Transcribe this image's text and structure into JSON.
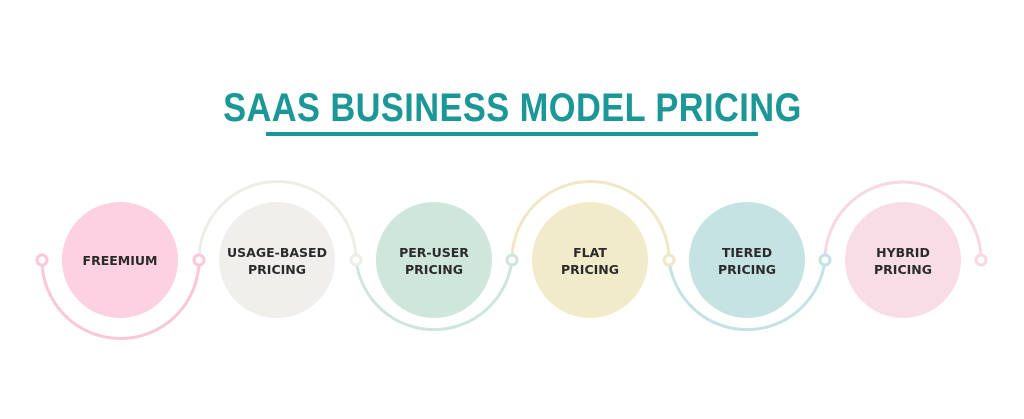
{
  "title": "SAAS BUSINESS MODEL PRICING",
  "colors": {
    "title": "#1a9796",
    "text": "#2b2b2b"
  },
  "nodes": [
    {
      "line1": "FREEMIUM",
      "line2": "",
      "fill": "#fdd0e2",
      "stroke": "#fbc6da",
      "arc": "bottom"
    },
    {
      "line1": "USAGE-BASED",
      "line2": "PRICING",
      "fill": "#f0efeb",
      "stroke": "#eeede8",
      "arc": "top"
    },
    {
      "line1": "PER-USER",
      "line2": "PRICING",
      "fill": "#cfe6dc",
      "stroke": "#cde6dc",
      "arc": "bottom"
    },
    {
      "line1": "FLAT",
      "line2": "PRICING",
      "fill": "#f2ebc9",
      "stroke": "#efe8c6",
      "arc": "top"
    },
    {
      "line1": "TIERED",
      "line2": "PRICING",
      "fill": "#c6e3e4",
      "stroke": "#c4e2e5",
      "arc": "bottom"
    },
    {
      "line1": "HYBRID",
      "line2": "PRICING",
      "fill": "#f8dde7",
      "stroke": "#f6d7e2",
      "arc": "top"
    }
  ]
}
